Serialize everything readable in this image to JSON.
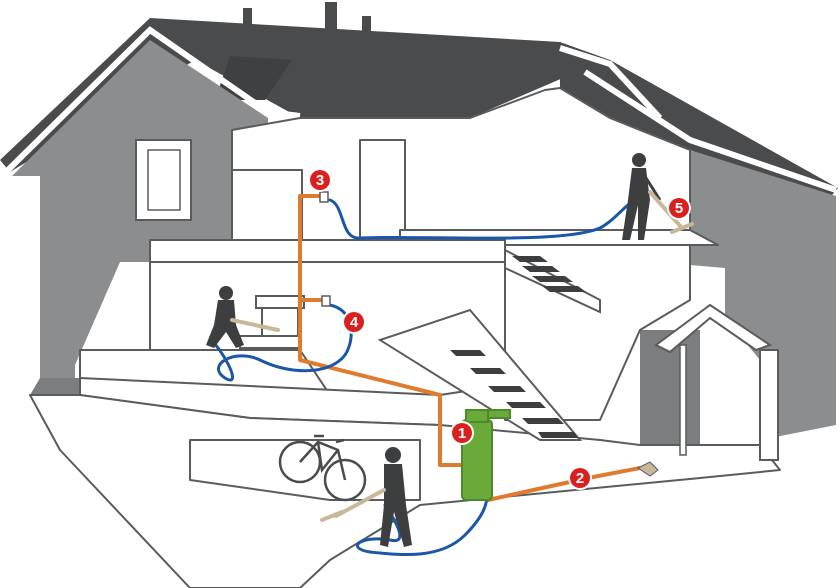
{
  "colors": {
    "roof": "#4a4b4d",
    "exterior_wall": "#8c8d8f",
    "interior": "#ffffff",
    "outline": "#5a5b5d",
    "pipe": "#e07a2c",
    "hose": "#1b56a8",
    "power_unit": "#6aaa3a",
    "marker": "#d9201f",
    "people": "#3d3e40",
    "wand": "#c9b79a"
  },
  "markers": [
    {
      "label": "1",
      "component": "central-power-unit"
    },
    {
      "label": "2",
      "component": "exhaust-outlet"
    },
    {
      "label": "3",
      "component": "upstairs-inlet-valve"
    },
    {
      "label": "4",
      "component": "main-floor-inlet-valve"
    },
    {
      "label": "5",
      "component": "cleaning-hose-and-wand"
    }
  ],
  "icons": [
    "person-vacuuming-icon",
    "bicycle-icon",
    "fireplace-icon",
    "chimney-icon"
  ]
}
